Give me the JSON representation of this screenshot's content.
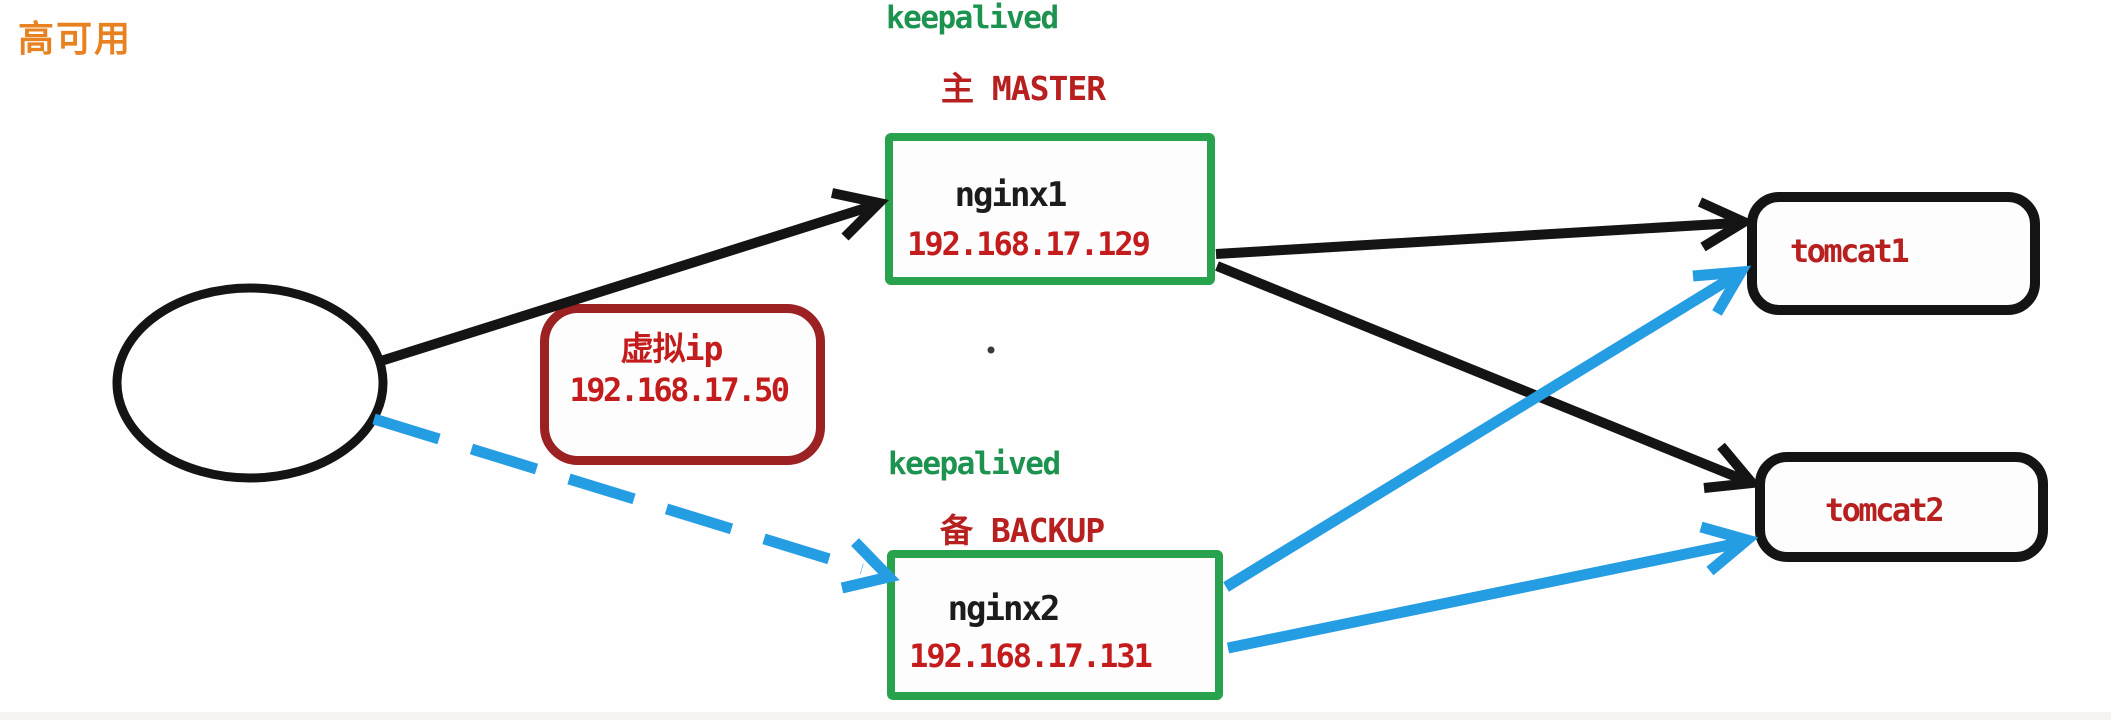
{
  "page": {
    "title": "高可用"
  },
  "colors": {
    "title_orange": "#e8811f",
    "keepalived_green": "#1d9350",
    "box_green": "#28a24c",
    "node_red": "#c41c1c",
    "role_red": "#b82020",
    "vip_border": "#9c2123",
    "blue": "#259de3",
    "ink": "#141414"
  },
  "nodes": {
    "client": {
      "shape": "ellipse",
      "label": ""
    },
    "vip": {
      "name": "虚拟ip",
      "ip": "192.168.17.50"
    },
    "nginx1": {
      "service": "keepalived",
      "role": "主 MASTER",
      "name": "nginx1",
      "ip": "192.168.17.129"
    },
    "nginx2": {
      "service": "keepalived",
      "role": "备 BACKUP",
      "name": "nginx2",
      "ip": "192.168.17.131"
    },
    "tomcat1": {
      "name": "tomcat1"
    },
    "tomcat2": {
      "name": "tomcat2"
    }
  },
  "edges": [
    {
      "from": "client",
      "to": "nginx1",
      "style": "solid",
      "color": "black"
    },
    {
      "from": "client",
      "to": "nginx2",
      "style": "dashed",
      "color": "blue"
    },
    {
      "from": "nginx1",
      "to": "tomcat1",
      "style": "solid",
      "color": "black"
    },
    {
      "from": "nginx1",
      "to": "tomcat2",
      "style": "solid",
      "color": "black"
    },
    {
      "from": "nginx2",
      "to": "tomcat1",
      "style": "solid",
      "color": "blue"
    },
    {
      "from": "nginx2",
      "to": "tomcat2",
      "style": "solid",
      "color": "blue"
    }
  ]
}
